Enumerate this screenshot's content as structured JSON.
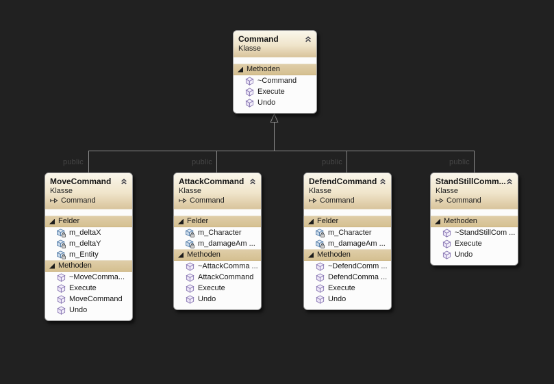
{
  "labels": {
    "public": "public"
  },
  "colors": {
    "background": "#212121",
    "connector_line": "#8c8c8c",
    "public_text": "#474747",
    "header_tan": "#d9c49c",
    "section_band_tan": "#d8c49a",
    "box_body": "#fcfcfc",
    "method_icon_purple": "#8a79b4",
    "field_icon_blue": "#5b82ac",
    "chevron_navy": "#3c3c46"
  },
  "classes": [
    {
      "title": "Command",
      "kind": "Klasse",
      "sections": [
        {
          "header": "Methoden",
          "members": [
            "~Command",
            "Execute",
            "Undo"
          ]
        }
      ]
    },
    {
      "title": "MoveCommand",
      "kind": "Klasse",
      "base": "Command",
      "sections": [
        {
          "header": "Felder",
          "members": [
            "m_deltaX",
            "m_deltaY",
            "m_Entity"
          ]
        },
        {
          "header": "Methoden",
          "members": [
            "~MoveComma...",
            "Execute",
            "MoveCommand",
            "Undo"
          ]
        }
      ]
    },
    {
      "title": "AttackCommand",
      "kind": "Klasse",
      "base": "Command",
      "sections": [
        {
          "header": "Felder",
          "members": [
            "m_Character",
            "m_damageAm ..."
          ]
        },
        {
          "header": "Methoden",
          "members": [
            "~AttackComma ...",
            "AttackCommand",
            "Execute",
            "Undo"
          ]
        }
      ]
    },
    {
      "title": "DefendCommand",
      "kind": "Klasse",
      "base": "Command",
      "sections": [
        {
          "header": "Felder",
          "members": [
            "m_Character",
            "m_damageAm ..."
          ]
        },
        {
          "header": "Methoden",
          "members": [
            "~DefendComm ...",
            "DefendComma ...",
            "Execute",
            "Undo"
          ]
        }
      ]
    },
    {
      "title": "StandStillComm...",
      "kind": "Klasse",
      "base": "Command",
      "sections": [
        {
          "header": "Methoden",
          "members": [
            "~StandStillCom ...",
            "Execute",
            "Undo"
          ]
        }
      ]
    }
  ]
}
